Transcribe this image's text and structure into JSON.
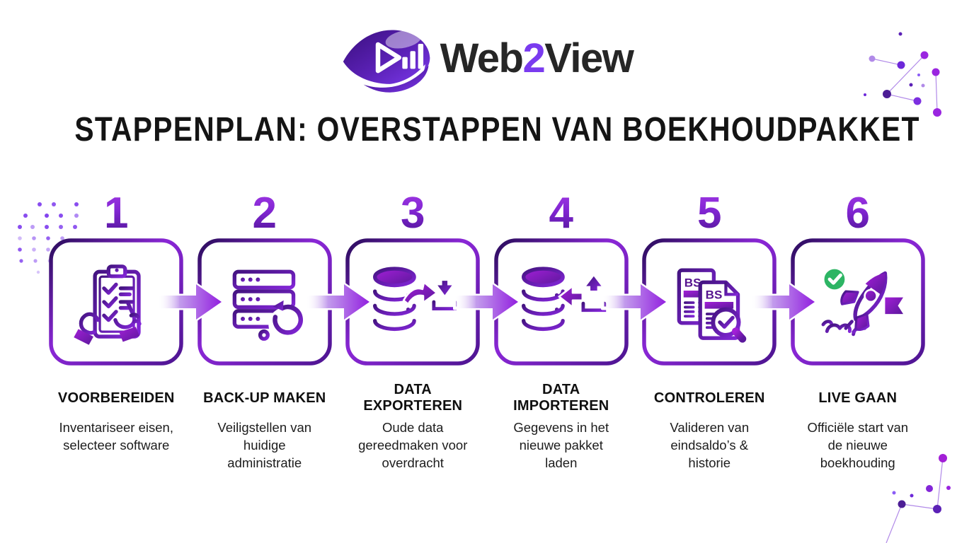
{
  "logo": {
    "icon_name": "eye-play-chart-icon",
    "text_prefix": "Web",
    "text_accent": "2",
    "text_suffix": "View"
  },
  "page_title": "STAPPENPLAN: OVERSTAPPEN VAN BOEKHOUDPAKKET",
  "steps": [
    {
      "number": "1",
      "title": "VOORBEREIDEN",
      "description": "Inventariseer eisen,\nselecteer software",
      "icon": "clipboard-checklist-hands-icon"
    },
    {
      "number": "2",
      "title": "BACK-UP MAKEN",
      "description": "Veiligstellen van\nhuidige\nadministratie",
      "icon": "server-backup-restore-icon"
    },
    {
      "number": "3",
      "title": "DATA\nEXPORTEREN",
      "description": "Oude data\ngereedmaken voor\noverdracht",
      "icon": "database-export-download-icon"
    },
    {
      "number": "4",
      "title": "DATA\nIMPORTEREN",
      "description": "Gegevens in het\nnieuwe pakket\nladen",
      "icon": "database-import-upload-icon"
    },
    {
      "number": "5",
      "title": "CONTROLEREN",
      "description": "Valideren van\neindsaldo’s &\nhistorie",
      "icon": "balance-documents-magnifier-icon",
      "doc_label": "BS"
    },
    {
      "number": "6",
      "title": "LIVE GAAN",
      "description": "Officiële start van\nde nieuwe\nboekhouding",
      "icon": "rocket-launch-flag-icon"
    }
  ],
  "colors": {
    "background": "#ffffff",
    "text_black": "#141414",
    "purple_dark": "#2b0d5c",
    "purple_mid": "#7c22cc",
    "purple_bright": "#9a25e0",
    "logo_accent_purple": "#7a3bef",
    "accent_green": "#2db564"
  }
}
